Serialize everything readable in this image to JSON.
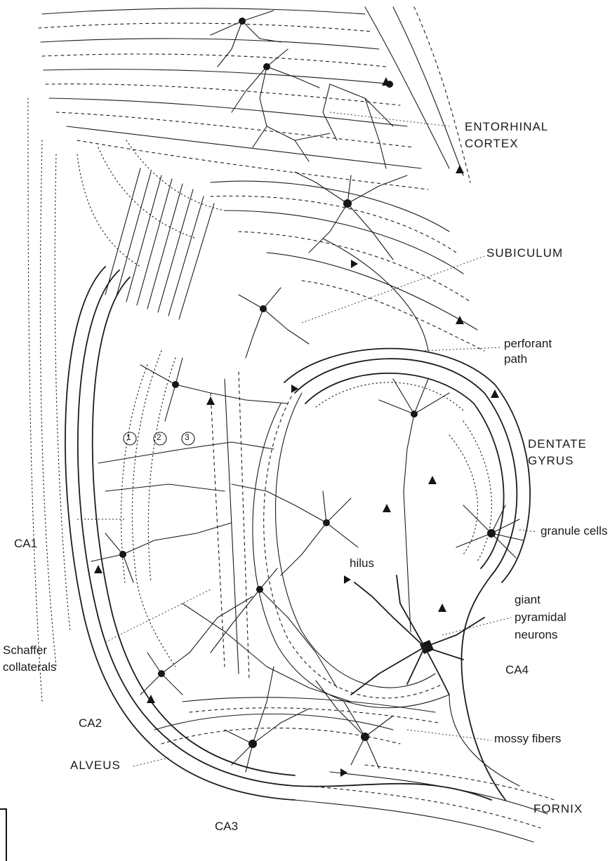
{
  "labels": {
    "entorhinal_1": "ENTORHINAL",
    "entorhinal_2": "CORTEX",
    "subiculum": "SUBICULUM",
    "perforant_1": "perforant",
    "perforant_2": "path",
    "dentate_1": "DENTATE",
    "dentate_2": "GYRUS",
    "granule": "granule cells",
    "ca1": "CA1",
    "hilus": "hilus",
    "giant_1": "giant",
    "giant_2": "pyramidal",
    "giant_3": "neurons",
    "schaffer_1": "Schaffer",
    "schaffer_2": "collaterals",
    "ca4": "CA4",
    "ca2": "CA2",
    "mossy": "mossy fibers",
    "alveus": "ALVEUS",
    "fornix": "FORNIX",
    "ca3": "CA3",
    "layer_1": "1",
    "layer_2": "2",
    "layer_3": "3"
  },
  "colors": {
    "ink": "#1c1c1c",
    "paper": "#ffffff"
  }
}
